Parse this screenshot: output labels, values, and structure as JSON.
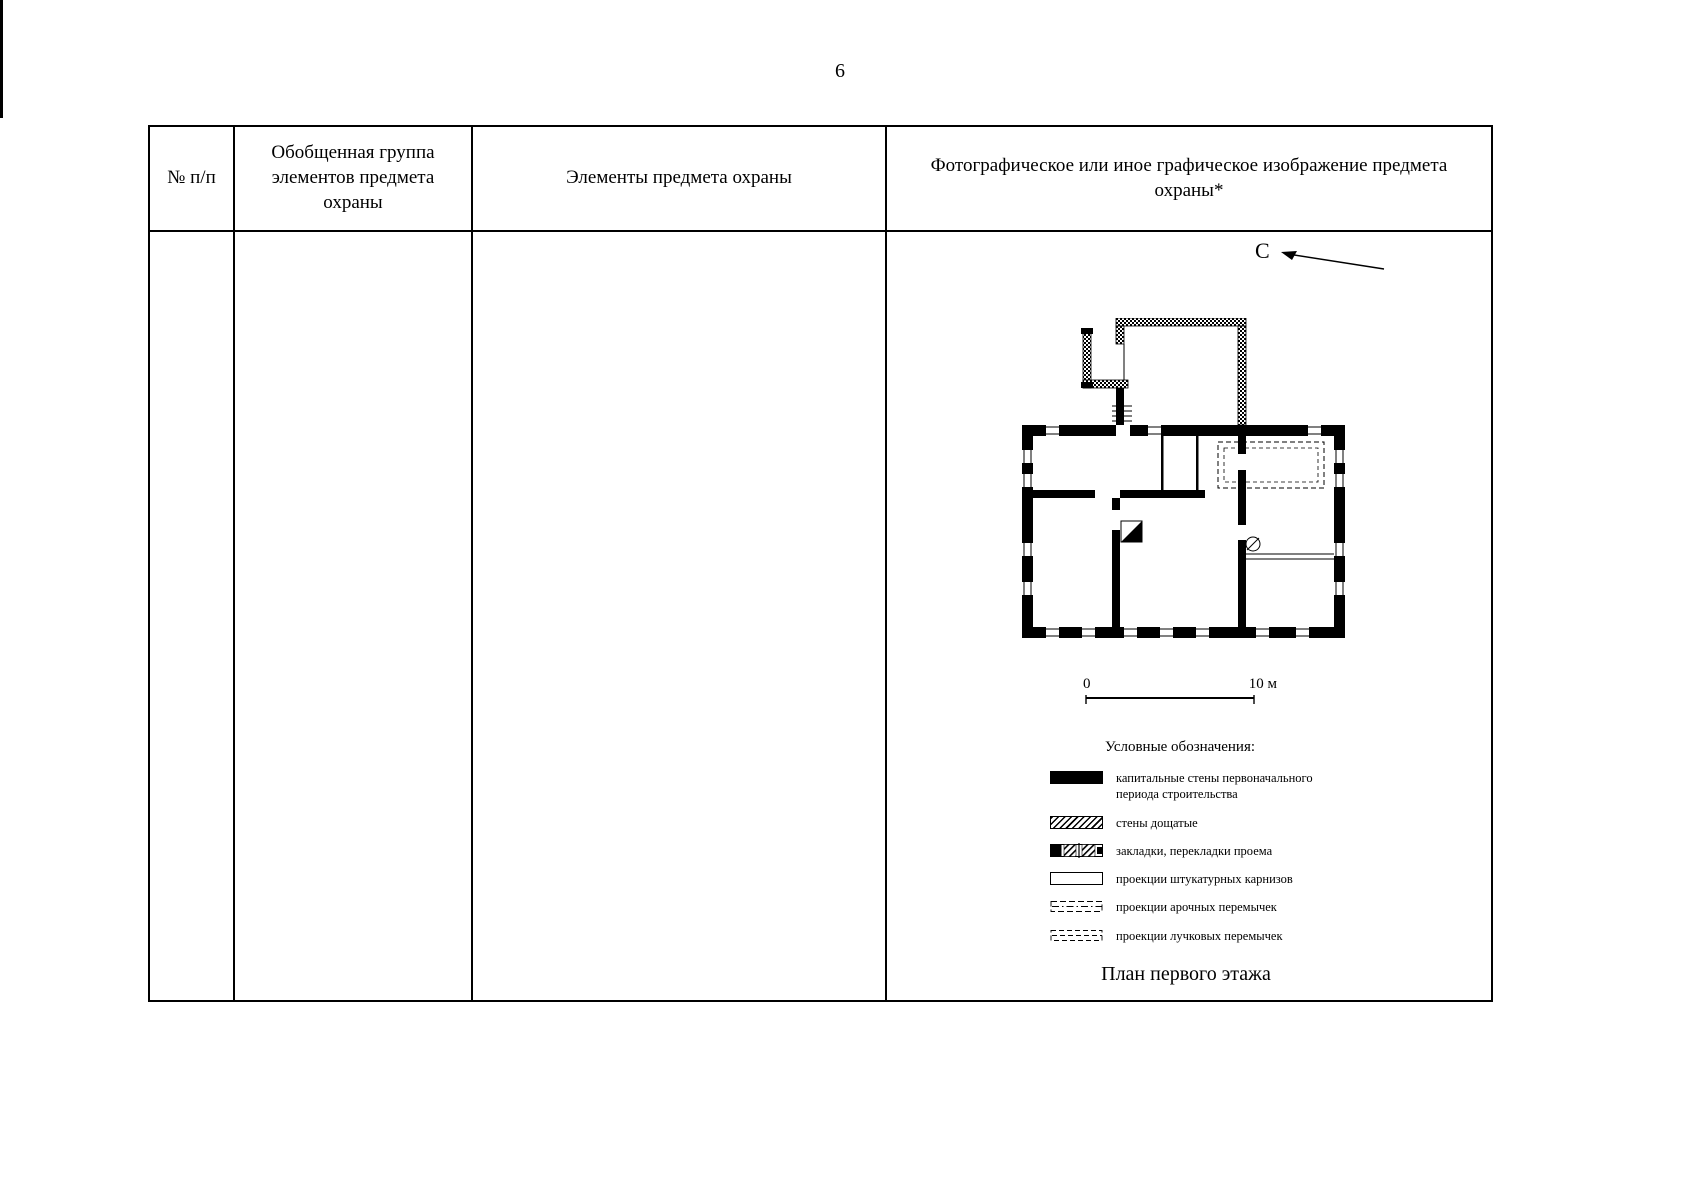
{
  "page": {
    "number": "6"
  },
  "colors": {
    "ink": "#000000",
    "paper": "#ffffff"
  },
  "table": {
    "headers": [
      "№ п/п",
      "Обобщенная группа элементов предмета охраны",
      "Элементы предмета охраны",
      "Фотографическое или иное графическое изображение предмета охраны*"
    ]
  },
  "figure": {
    "north_label": "С",
    "scale": {
      "start": "0",
      "end": "10 м"
    },
    "legend_title": "Условные обозначения:",
    "legend_items": [
      {
        "symbol": "solid-black-rect",
        "label": "капитальные стены первоначального периода строительства"
      },
      {
        "symbol": "diagonal-hatch-rect",
        "label": "стены дощатые"
      },
      {
        "symbol": "infill-hatch-rect",
        "label": "закладки, перекладки проема"
      },
      {
        "symbol": "outline-rect",
        "label": "проекции штукатурных карнизов"
      },
      {
        "symbol": "dash-dot-rect",
        "label": "проекции арочных перемычек"
      },
      {
        "symbol": "dashed-rect",
        "label": "проекции лучковых перемычек"
      }
    ],
    "caption": "План первого этажа"
  }
}
